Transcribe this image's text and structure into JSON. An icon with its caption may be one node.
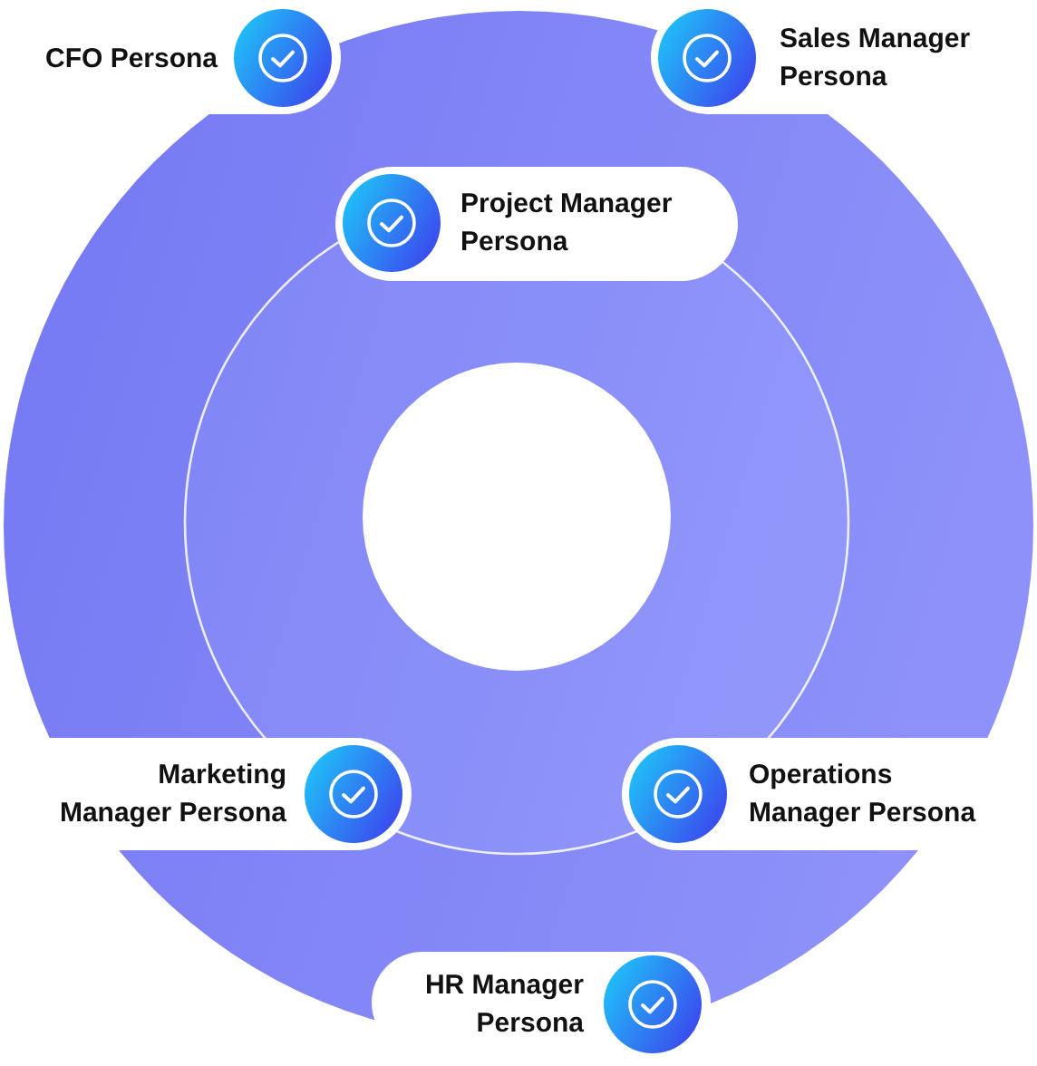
{
  "diagram": {
    "nodes": [
      {
        "text": [
          "CFO Persona"
        ]
      },
      {
        "text": [
          "Sales Manager Persona"
        ]
      },
      {
        "text": [
          "Project Manager Persona"
        ]
      },
      {
        "text": [],
        "shape": "circle"
      },
      {
        "text": [
          "Marketing Manager Persona"
        ]
      },
      {
        "text": [
          "Operations Manager Persona"
        ]
      },
      {
        "text": [
          "HR Manager Persona"
        ]
      }
    ]
  }
}
